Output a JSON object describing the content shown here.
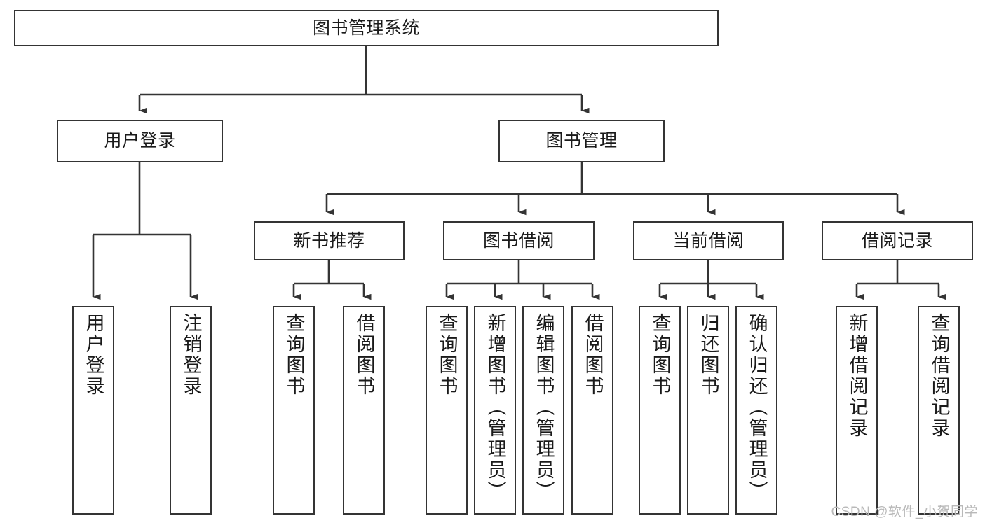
{
  "diagram": {
    "type": "tree-hierarchy",
    "title": "图书管理系统",
    "watermark": "CSDN @软件_小贺同学",
    "colors": {
      "box_border": "#343434",
      "box_fill": "#ffffff",
      "edge": "#343434",
      "text": "#1a1a1a",
      "watermark": "#b9b9b9"
    },
    "nodes": {
      "root": {
        "label": "图书管理系统",
        "orientation": "horizontal"
      },
      "level2": [
        {
          "id": "user-login",
          "label": "用户登录",
          "orientation": "horizontal"
        },
        {
          "id": "book-management",
          "label": "图书管理",
          "orientation": "horizontal"
        }
      ],
      "level3": [
        {
          "id": "new-book-recommend",
          "label": "新书推荐",
          "orientation": "horizontal"
        },
        {
          "id": "book-borrow",
          "label": "图书借阅",
          "orientation": "horizontal"
        },
        {
          "id": "current-borrow",
          "label": "当前借阅",
          "orientation": "horizontal"
        },
        {
          "id": "borrow-record",
          "label": "借阅记录",
          "orientation": "horizontal"
        }
      ],
      "leaves": [
        {
          "id": "leaf-user-login",
          "parent": "user-login",
          "label": "用户登录",
          "orientation": "vertical"
        },
        {
          "id": "leaf-logout",
          "parent": "user-login",
          "label": "注销登录",
          "orientation": "vertical"
        },
        {
          "id": "leaf-query-book-1",
          "parent": "new-book-recommend",
          "label": "查询图书",
          "orientation": "vertical"
        },
        {
          "id": "leaf-borrow-book-1",
          "parent": "new-book-recommend",
          "label": "借阅图书",
          "orientation": "vertical"
        },
        {
          "id": "leaf-query-book-2",
          "parent": "book-borrow",
          "label": "查询图书",
          "orientation": "vertical"
        },
        {
          "id": "leaf-add-book",
          "parent": "book-borrow",
          "label": "新增图书（管理员）",
          "orientation": "vertical"
        },
        {
          "id": "leaf-edit-book",
          "parent": "book-borrow",
          "label": "编辑图书（管理员）",
          "orientation": "vertical"
        },
        {
          "id": "leaf-borrow-book-2",
          "parent": "book-borrow",
          "label": "借阅图书",
          "orientation": "vertical"
        },
        {
          "id": "leaf-query-book-3",
          "parent": "current-borrow",
          "label": "查询图书",
          "orientation": "vertical"
        },
        {
          "id": "leaf-return-book",
          "parent": "current-borrow",
          "label": "归还图书",
          "orientation": "vertical"
        },
        {
          "id": "leaf-confirm-return",
          "parent": "current-borrow",
          "label": "确认归还（管理员）",
          "orientation": "vertical"
        },
        {
          "id": "leaf-add-record",
          "parent": "borrow-record",
          "label": "新增借阅记录",
          "orientation": "vertical"
        },
        {
          "id": "leaf-query-record",
          "parent": "borrow-record",
          "label": "查询借阅记录",
          "orientation": "vertical"
        }
      ]
    }
  }
}
